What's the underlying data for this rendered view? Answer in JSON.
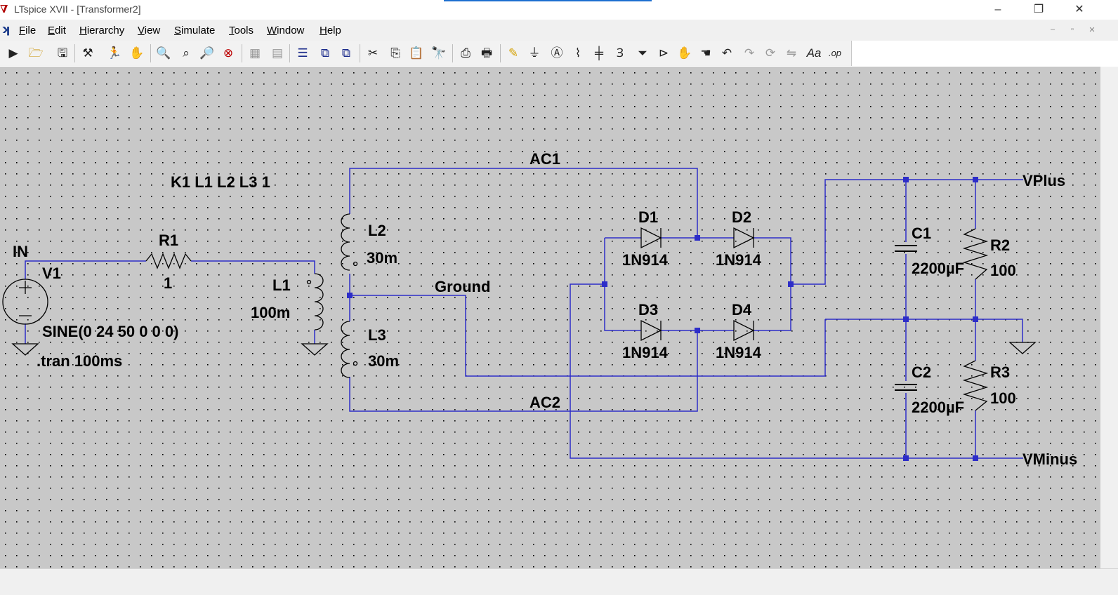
{
  "window": {
    "title": "LTspice XVII - [Transformer2]",
    "icon": "ltspice-logo-icon",
    "controls": [
      "minimize-icon",
      "restore-icon",
      "close-icon"
    ]
  },
  "menu": {
    "items": [
      "File",
      "Edit",
      "Hierarchy",
      "View",
      "Simulate",
      "Tools",
      "Window",
      "Help"
    ],
    "accelerators": [
      "F",
      "E",
      "H",
      "V",
      "S",
      "T",
      "W",
      "H"
    ]
  },
  "toolbar": {
    "icons": [
      "open-schematic-icon",
      "open-file-icon",
      "save-icon",
      "control-panel-icon",
      "run-icon",
      "halt-icon",
      "zoom-in-icon",
      "zoom-pan-icon",
      "zoom-out-icon",
      "zoom-fit-icon",
      "tile-vertical-icon",
      "tile-horizontal-icon",
      "cascade-icon",
      "tile-icon",
      "cascade-windows-icon",
      "cut-icon",
      "copy-icon",
      "paste-icon",
      "find-icon",
      "print-setup-icon",
      "print-icon",
      "wire-icon",
      "ground-icon",
      "label-net-icon",
      "resistor-icon",
      "capacitor-icon",
      "inductor-icon",
      "diode-icon",
      "component-icon",
      "move-icon",
      "drag-icon",
      "undo-icon",
      "redo-icon",
      "rotate-icon",
      "mirror-icon",
      "text-icon"
    ],
    "spice_directive_label": ".op"
  },
  "schematic": {
    "colors": {
      "wire": "#2d2dc8",
      "background": "#c8c8c8",
      "grid": "#000000",
      "text": "#000000"
    },
    "directive_coupling": "K1 L1 L2 L3 1",
    "directive_tran": ".tran 100ms",
    "nets": {
      "in": "IN",
      "ac1": "AC1",
      "ac2": "AC2",
      "ground": "Ground",
      "vplus": "VPlus",
      "vminus": "VMinus"
    },
    "components": {
      "v1": {
        "name": "V1",
        "value": "SINE(0 24 50 0 0 0)"
      },
      "r1": {
        "name": "R1",
        "value": "1"
      },
      "l1": {
        "name": "L1",
        "value": "100m"
      },
      "l2": {
        "name": "L2",
        "value": "30m"
      },
      "l3": {
        "name": "L3",
        "value": "30m"
      },
      "d1": {
        "name": "D1",
        "value": "1N914"
      },
      "d2": {
        "name": "D2",
        "value": "1N914"
      },
      "d3": {
        "name": "D3",
        "value": "1N914"
      },
      "d4": {
        "name": "D4",
        "value": "1N914"
      },
      "c1": {
        "name": "C1",
        "value": "2200µF"
      },
      "c2": {
        "name": "C2",
        "value": "2200µF"
      },
      "r2": {
        "name": "R2",
        "value": "100"
      },
      "r3": {
        "name": "R3",
        "value": "100"
      }
    }
  }
}
